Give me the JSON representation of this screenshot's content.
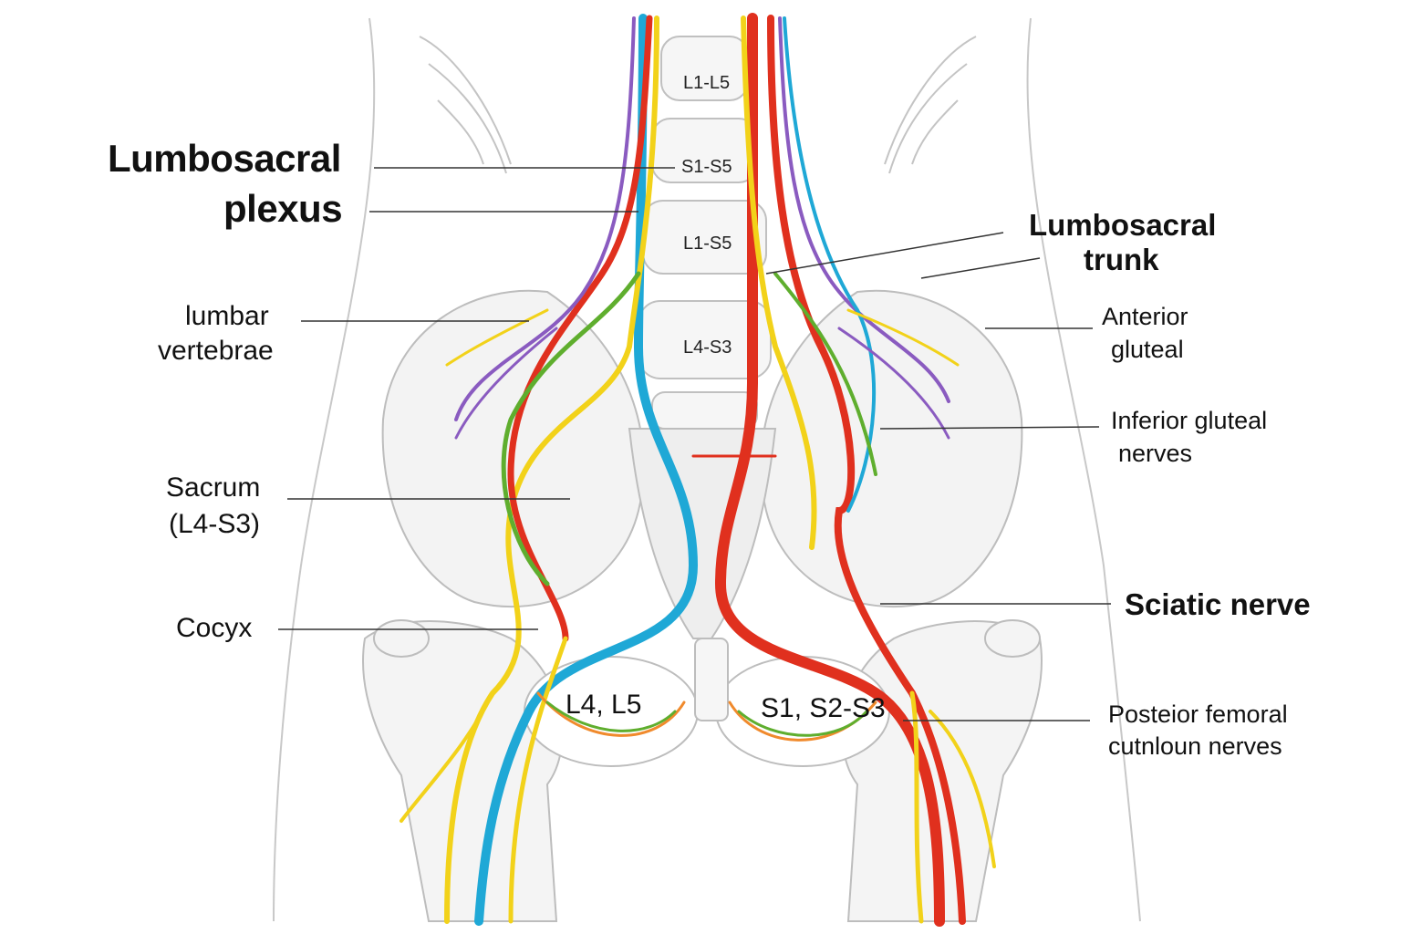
{
  "labels": {
    "plexus_line1": "Lumbosacral",
    "plexus_line2": "plexus",
    "lumbar_vertebrae_line1": "lumbar",
    "lumbar_vertebrae_line2": "vertebrae",
    "sacrum_line1": "Sacrum",
    "sacrum_line2": "(L4-S3)",
    "cocyx": "Cocyx",
    "trunk_line1": "Lumbosacral",
    "trunk_line2": "trunk",
    "anterior_gluteal_line1": "Anterior",
    "anterior_gluteal_line2": "gluteal",
    "inferior_gluteal_line1": "Inferior gluteal",
    "inferior_gluteal_line2": "nerves",
    "sciatic_nerve": "Sciatic nerve",
    "posterior_femoral_line1": "Posteior femoral",
    "posterior_femoral_line2": "cutnloun nerves"
  },
  "segments": {
    "seg1": "L1-L5",
    "seg2": "S1-S5",
    "seg3": "L1-S5",
    "seg4": "L4-S3",
    "left_foramen": "L4, L5",
    "right_foramen": "S1, S2-S3"
  },
  "colors": {
    "bone_outline": "#bfbfbf",
    "bone_fill": "#f4f4f4",
    "nerve_red": "#e0301e",
    "nerve_blue": "#1fa8d6",
    "nerve_yellow": "#f2d21a",
    "nerve_green": "#5fae2e",
    "nerve_purple": "#8a5bc0",
    "nerve_orange": "#f08a2c",
    "leader_line": "#333333"
  }
}
